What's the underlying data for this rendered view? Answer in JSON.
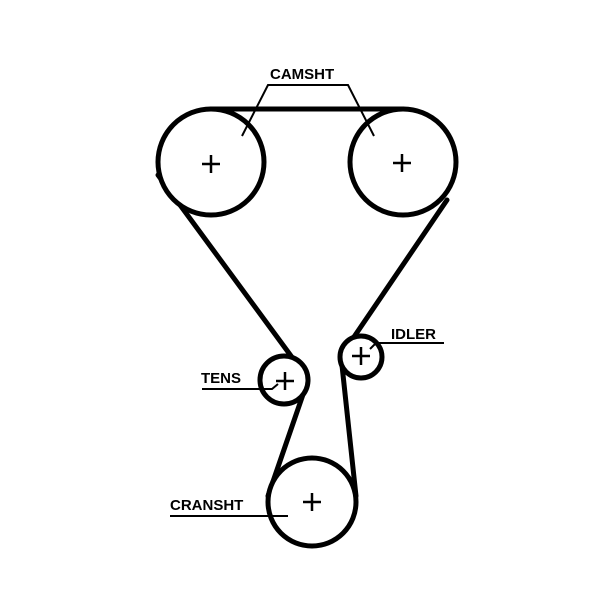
{
  "diagram": {
    "labels": {
      "camshaft": "CAMSHT",
      "idler": "IDLER",
      "tensioner": "TENS",
      "crankshaft": "CRANSHT"
    },
    "colors": {
      "line": "#000000",
      "background": "#ffffff"
    }
  }
}
